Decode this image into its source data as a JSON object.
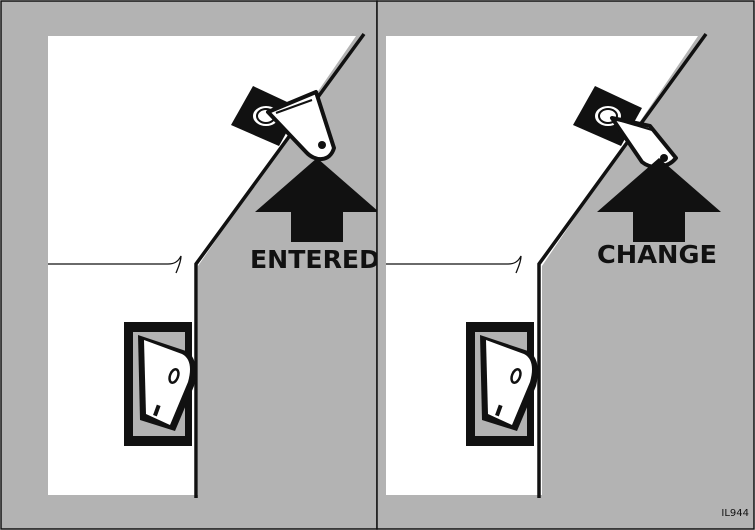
{
  "panels": [
    {
      "id": "left",
      "label": "ENTERED",
      "key_state": "entered",
      "switch_state": "off"
    },
    {
      "id": "right",
      "label": "CHANGE",
      "key_state": "turned",
      "switch_state": "off"
    }
  ],
  "figure_code": "IL944",
  "colors": {
    "background_panel": "#b3b3b3",
    "wall": "#ffffff",
    "ink": "#111111"
  },
  "icons": {
    "key": "key-icon",
    "keyswitch": "keyswitch-icon",
    "rocker": "rocker-switch-icon",
    "arrow": "up-arrow-icon"
  }
}
